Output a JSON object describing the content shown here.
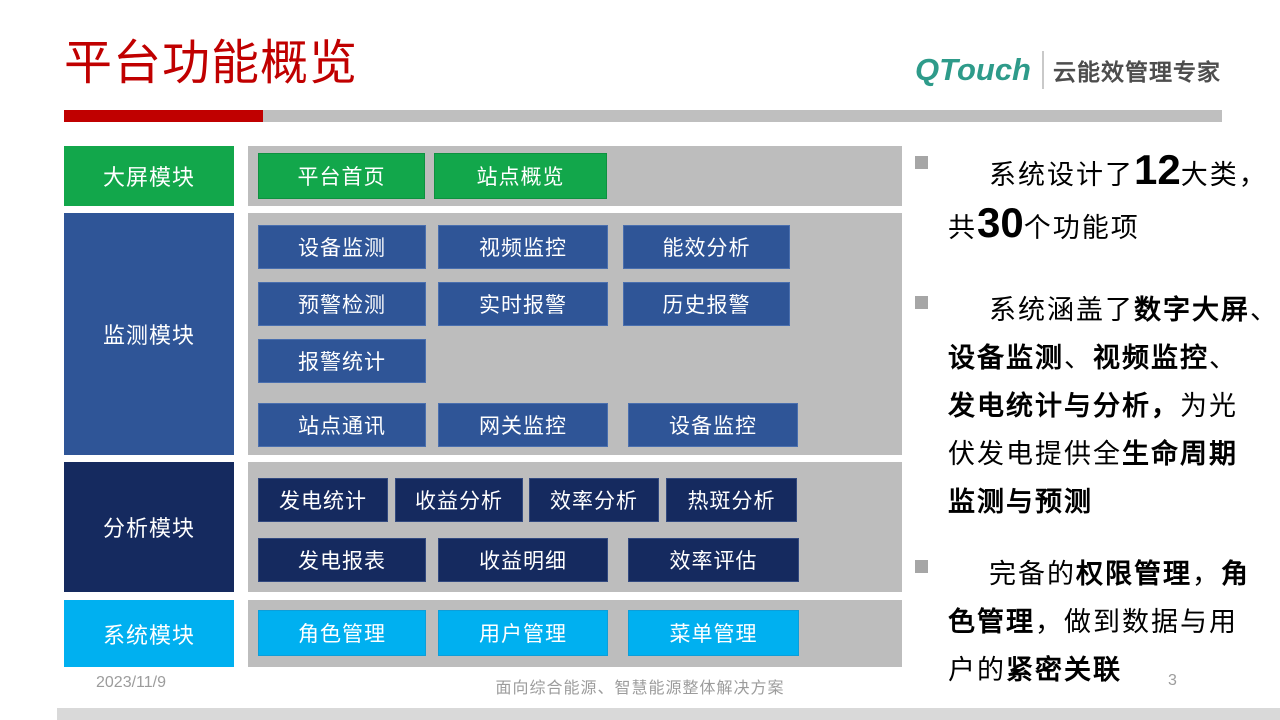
{
  "header": {
    "title": "平台功能概览",
    "logo": {
      "brand": "QTouch",
      "tagline": "云能效管理专家"
    }
  },
  "colors": {
    "title_red": "#C00000",
    "header_bar_red": "#C00000",
    "header_bar_gray": "#BFBFBF",
    "panel_gray": "#BDBDBD",
    "brand_teal": "#2E9B8A",
    "bullet_marker": "#A6A6A6",
    "footer_text": "#9C9C9C",
    "bottom_bar": "#D9D9D9"
  },
  "modules": [
    {
      "id": "dashboard",
      "label": "大屏模块",
      "color": "#12A74B",
      "border": "#0E9140",
      "rows": [
        [
          "平台首页",
          "站点概览"
        ]
      ]
    },
    {
      "id": "monitor",
      "label": "监测模块",
      "color": "#2F5597",
      "border": "#4A6FAE",
      "rows": [
        [
          "设备监测",
          "视频监控",
          "能效分析"
        ],
        [
          "预警检测",
          "实时报警",
          "历史报警"
        ],
        [
          "报警统计"
        ],
        [
          "站点通讯",
          "网关监控",
          "设备监控"
        ]
      ]
    },
    {
      "id": "analysis",
      "label": "分析模块",
      "color": "#152A5F",
      "border": "#32497F",
      "rows": [
        [
          "发电统计",
          "收益分析",
          "效率分析",
          "热斑分析"
        ],
        [
          "发电报表",
          "收益明细",
          "效率评估"
        ]
      ]
    },
    {
      "id": "system",
      "label": "系统模块",
      "color": "#00B0F0",
      "border": "#0D9ED9",
      "rows": [
        [
          "角色管理",
          "用户管理",
          "菜单管理"
        ]
      ]
    }
  ],
  "bullets": [
    {
      "lines": [
        {
          "indent": true,
          "segs": [
            {
              "t": "系统设计了"
            },
            {
              "t": "12",
              "s": "num"
            },
            {
              "t": "大类，"
            }
          ]
        },
        {
          "segs": [
            {
              "t": "共"
            },
            {
              "t": "30",
              "s": "num"
            },
            {
              "t": "个功能项"
            }
          ]
        }
      ]
    },
    {
      "lines": [
        {
          "indent": true,
          "segs": [
            {
              "t": "系统涵盖了"
            },
            {
              "t": "数字大屏",
              "s": "b"
            },
            {
              "t": "、"
            }
          ]
        },
        {
          "segs": [
            {
              "t": "设备监测",
              "s": "b"
            },
            {
              "t": "、"
            },
            {
              "t": "视频监控",
              "s": "b"
            },
            {
              "t": "、"
            }
          ]
        },
        {
          "segs": [
            {
              "t": "发电统计与分析，",
              "s": "b"
            },
            {
              "t": "为光"
            }
          ]
        },
        {
          "segs": [
            {
              "t": "伏发电提供全"
            },
            {
              "t": "生命周期",
              "s": "b"
            }
          ]
        },
        {
          "segs": [
            {
              "t": "监测与预测",
              "s": "b"
            }
          ]
        }
      ]
    },
    {
      "lines": [
        {
          "indent": true,
          "segs": [
            {
              "t": "完备的"
            },
            {
              "t": "权限管理",
              "s": "b"
            },
            {
              "t": "，"
            },
            {
              "t": "角",
              "s": "b"
            }
          ]
        },
        {
          "segs": [
            {
              "t": "色管理",
              "s": "b"
            },
            {
              "t": "，做到数据与用"
            }
          ]
        },
        {
          "segs": [
            {
              "t": "户的"
            },
            {
              "t": "紧密关联",
              "s": "b"
            }
          ]
        }
      ]
    }
  ],
  "footer": {
    "date": "2023/11/9",
    "center": "面向综合能源、智慧能源整体解决方案",
    "page": "3"
  }
}
